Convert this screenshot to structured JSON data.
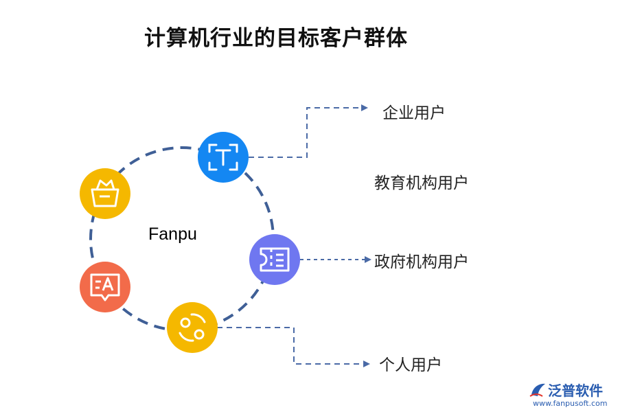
{
  "title": "计算机行业的目标客户群体",
  "center_label": "Fanpu",
  "targets": [
    {
      "label": "企业用户"
    },
    {
      "label": "教育机构用户"
    },
    {
      "label": "政府机构用户"
    },
    {
      "label": "个人用户"
    }
  ],
  "nodes": [
    {
      "icon": "text-t-icon",
      "color": "#1487f2"
    },
    {
      "icon": "ticket-list-icon",
      "color": "#6f77f0"
    },
    {
      "icon": "cycle-icon",
      "color": "#f5b800"
    },
    {
      "icon": "translate-icon",
      "color": "#f26b4a"
    },
    {
      "icon": "basket-icon",
      "color": "#f5b800"
    }
  ],
  "colors": {
    "ring": "#3f5f96",
    "arrow": "#4a6aa6"
  },
  "logo": {
    "name": "泛普软件",
    "url": "www.fanpusoft.com"
  }
}
